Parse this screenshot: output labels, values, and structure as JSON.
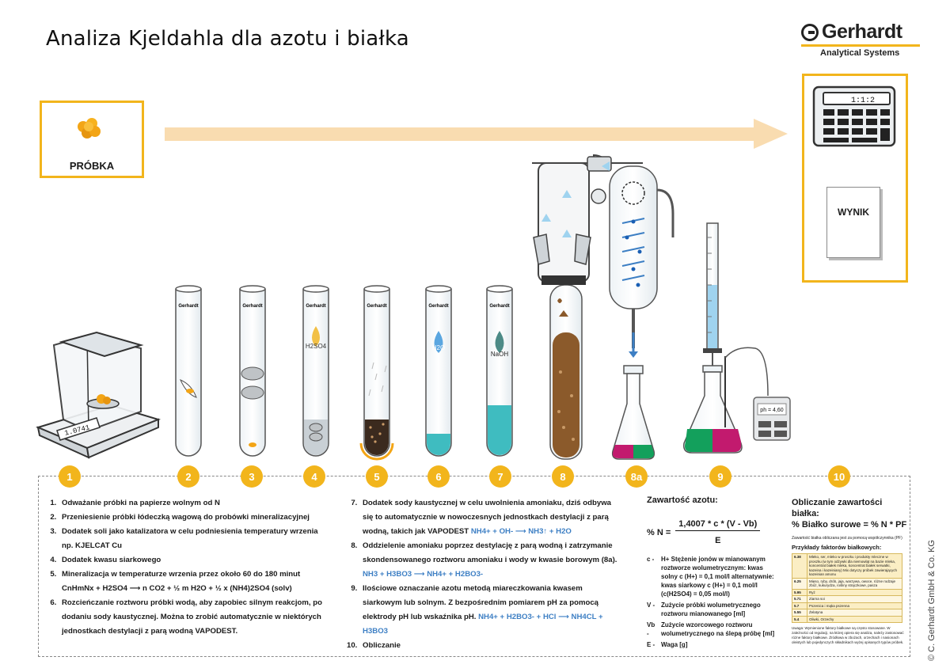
{
  "title": "Analiza Kjeldahla dla azotu i białka",
  "logo": {
    "brand": "Gerhardt",
    "subtitle": "Analytical Systems"
  },
  "sample_label": "PRÓBKA",
  "result_label": "WYNIK",
  "calculator_display": "1:1:2",
  "balance_display": "1.0741",
  "tube_brand": "Gerhardt",
  "reagents": {
    "h2so4": "H2SO4",
    "h2o": "H2O",
    "naoh": "NaOH"
  },
  "ph_meter": "ph = 4,60",
  "step_numbers": [
    "1",
    "2",
    "3",
    "4",
    "5",
    "6",
    "7",
    "8",
    "8a",
    "9",
    "10"
  ],
  "steps_left": [
    "Odważanie próbki na papierze wolnym od N",
    "Przeniesienie próbki łódeczką wagową do probówki mineralizacyjnej",
    "Dodatek soli jako katalizatora w celu podniesienia temperatury wrzenia np. KJELCAT Cu",
    "Dodatek kwasu siarkowego",
    "Mineralizacja w temperaturze wrzenia przez około 60 do 180 minut",
    "Rozcieńczanie roztworu próbki wodą, aby zapobiec silnym reakcjom, po dodaniu sody kaustycznej.  Można to zrobić automatycznie w niektórych jednostkach destylacji z parą wodną VAPODEST."
  ],
  "step5_formula": "CnHmNx  +  H2SO4 ⟶ n CO2 + ½ m H2O  + ½ x (NH4)2SO4 (solv)",
  "steps_right": [
    "Dodatek sody kaustycznej w celu uwolnienia amoniaku, dziś odbywa się to automatycznie w nowoczesnych jednostkach destylacji z parą wodną, takich jak VAPODEST",
    "Oddzielenie amoniaku poprzez destylację z parą wodną i zatrzymanie skondensowanego roztworu amoniaku i wody w kwasie borowym (8a).",
    "Ilościowe oznaczanie azotu metodą miareczkowania kwasem siarkowym lub solnym. Z bezpośrednim pomiarem pH za pomocą elektrody pH lub wskaźnika pH.",
    "Obliczanie"
  ],
  "step7_formula": "NH4+ + OH- ⟶ NH3↑ + H2O",
  "step8_formula": "NH3 + H3BO3 ⟶ NH4+ + H2BO3-",
  "step9_formula": "NH4+ + H2BO3- + HCl ⟶ NH4CL + H3BO3",
  "nitrogen": {
    "heading": "Zawartość azotu:",
    "lhs": "% N =",
    "numerator": "1,4007 * c * (V - Vb)",
    "denominator": "E",
    "legend": [
      {
        "key": "c -",
        "text": "H+ Stężenie jonów w mianowanym roztworze wolumetrycznym: kwas solny c (H+) = 0,1 mol/l alternatywnie: kwas siarkowy c (H+) = 0,1 mol/l (c(H2SO4) = 0,05 mol/l)"
      },
      {
        "key": "V -",
        "text": "Zużycie próbki wolumetrycznego roztworu mianowanego [ml]"
      },
      {
        "key": "Vb -",
        "text": "Zużycie wzorcowego roztworu wolumetrycznego na ślepą próbę [ml]"
      },
      {
        "key": "E -",
        "text": "Waga [g]"
      }
    ]
  },
  "protein": {
    "heading": "Obliczanie zawartości białka:",
    "formula": "% Białko surowe = % N * PF",
    "note": "Zawartość białka obliczana jest za pomocą współczynnika (PF)",
    "table_heading": "Przykłady faktorów białkowych:",
    "factors": [
      {
        "f": "6.38",
        "desc": "Mleko, ser, mleko w proszku i produkty mleczne w proszku (w tym odżywki dla niemowląt na bazie mleka, koncentrat białek mleka, koncentrat białek serwatki, kazeina i kazeiniany) Mix dotyczy próbek zawierających kazeinian amonu"
      },
      {
        "f": "6.25",
        "desc": "Mięso, ryby, drób, jaja, warzywa, owoce, różne rodzaje zbóż, kukurydza, rośliny strączkowe, pasza"
      },
      {
        "f": "5.95",
        "desc": "Ryż"
      },
      {
        "f": "5.71",
        "desc": "Ziarna soi"
      },
      {
        "f": "5.7",
        "desc": "Pszenica i mąka pszenna"
      },
      {
        "f": "5.55",
        "desc": "Żelatyna"
      },
      {
        "f": "5.4",
        "desc": "Oliwki, Orzechy"
      }
    ],
    "footnote": "Uwaga:  Wymienione faktory białkowe są często stosowane. W zależności od regulacji, na której opiera się analiza, należy zastosować różne faktory białkowe. Źródłowa w zbożach, orzechach i nasionach oleistych lub pojedynczych składnikach wyżej opisanych typów próbek."
  },
  "copyright": "© C. Gerhardt GmbH & Co. KG",
  "colors": {
    "accent": "#f2b51c",
    "arrow": "#f9dcb0",
    "liquid_blue": "#3fbcc0",
    "digest": "#8b5a2b",
    "flask_green": "#13a05c",
    "flask_pink": "#c21a6e",
    "water_blue": "#9fd3ef"
  }
}
